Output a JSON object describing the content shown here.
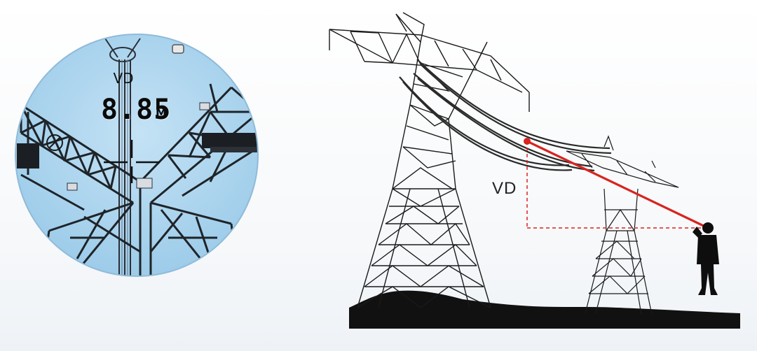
{
  "scope_view": {
    "measurement_mode": "VD",
    "reading_value": "8.85",
    "reading_unit": "M",
    "sky_color": "#a9d4ee"
  },
  "diagram": {
    "vd_label": "VD",
    "laser_color": "#d8241f",
    "ground_color": "#111111",
    "structure_color": "#1a1a1a"
  }
}
